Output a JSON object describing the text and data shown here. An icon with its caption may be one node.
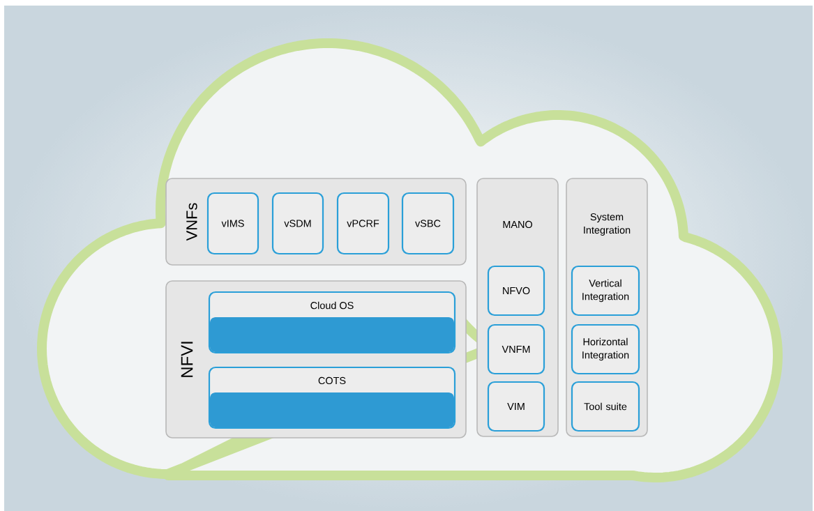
{
  "diagram": {
    "nodes": [
      {
        "text": [],
        "shape": "cloud"
      },
      {
        "text": [
          "VNFs"
        ],
        "in": 0
      },
      {
        "text": [
          "vIMS"
        ],
        "in": 1
      },
      {
        "text": [
          "vSDM"
        ],
        "in": 1
      },
      {
        "text": [
          "vPCRF"
        ],
        "in": 1
      },
      {
        "text": [
          "vSBC"
        ],
        "in": 1
      },
      {
        "text": [
          "NFVI"
        ],
        "in": 0
      },
      {
        "text": [
          "Cloud OS"
        ],
        "in": 6
      },
      {
        "text": [
          "COTS"
        ],
        "in": 6
      },
      {
        "text": [
          "MANO"
        ],
        "in": 0
      },
      {
        "text": [
          "NFVO"
        ],
        "in": 9
      },
      {
        "text": [
          "VNFM"
        ],
        "in": 9
      },
      {
        "text": [
          "VIM"
        ],
        "in": 9
      },
      {
        "text": [
          "System Integration"
        ],
        "in": 0
      },
      {
        "text": [
          "Vertical Integration"
        ],
        "in": 13
      },
      {
        "text": [
          "Horizontal Integration"
        ],
        "in": 13
      },
      {
        "text": [
          "Tool suite"
        ],
        "in": 13
      }
    ],
    "edges": []
  }
}
